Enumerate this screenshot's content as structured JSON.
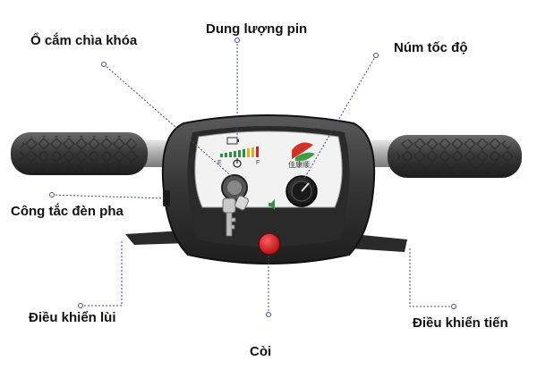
{
  "labels": {
    "key_socket": "Ổ cắm chìa khóa",
    "battery": "Dung lượng pin",
    "speed_knob": "Núm tốc độ",
    "headlight_switch": "Công tắc đèn pha",
    "reverse_control": "Điều khiển lùi",
    "horn": "Còi",
    "forward_control": "Điều khiển tiến"
  },
  "panel": {
    "brand_text": "佳康顺",
    "gauge_empty": "E",
    "gauge_full": "F"
  },
  "colors": {
    "leader_line": "#3b4f8c",
    "horn_button": "#d61f1f",
    "console_body": "#3b3b3b",
    "panel_face": "#f2f2f2"
  }
}
